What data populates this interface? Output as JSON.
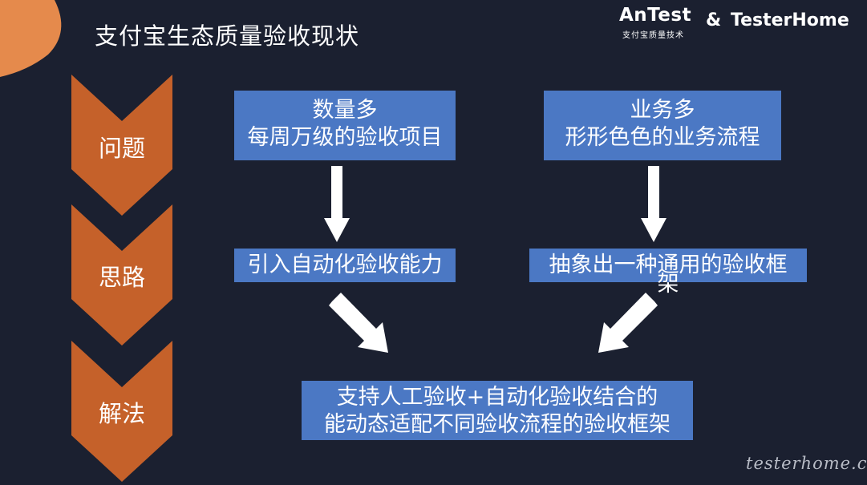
{
  "header": {
    "title": "支付宝生态质量验收现状",
    "logo_antest": "AnTest",
    "logo_antest_sub": "支付宝质量技术",
    "logo_amp": "&",
    "logo_testerhome": "TesterHome"
  },
  "stages": [
    {
      "label": "问题"
    },
    {
      "label": "思路"
    },
    {
      "label": "解法"
    }
  ],
  "boxes": {
    "problem_left": {
      "line1": "数量多",
      "line2": "每周万级的验收项目"
    },
    "problem_right": {
      "line1": "业务多",
      "line2": "形形色色的业务流程"
    },
    "idea_left": {
      "line1": "引入自动化验收能力"
    },
    "idea_right": {
      "line1": "抽象出一种通用的验收框",
      "line2": "架"
    },
    "solution": {
      "line1": "支持人工验收+自动化验收结合的",
      "line2": "能动态适配不同验收流程的验收框架"
    }
  },
  "colors": {
    "background": "#1b2030",
    "box_fill": "#4b78c4",
    "chevron_fill": "#c5612a",
    "corner_accent": "#e58a4c",
    "arrow": "#ffffff"
  },
  "watermark": "testerhome.com"
}
